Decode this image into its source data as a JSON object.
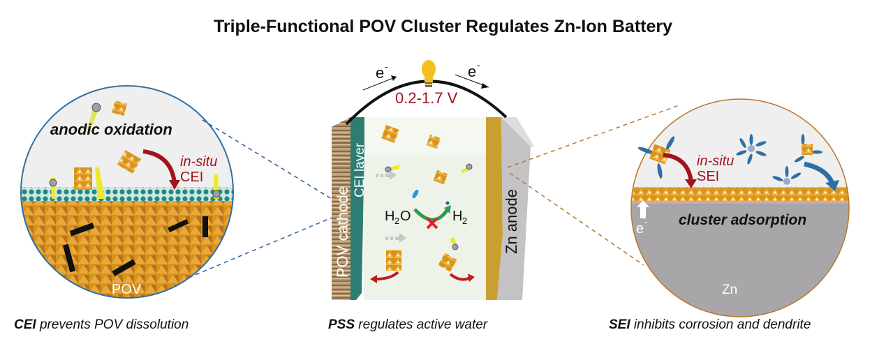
{
  "title": "Triple-Functional POV Cluster Regulates Zn-Ion Battery",
  "left_panel": {
    "label_anodic": "anodic oxidation",
    "label_insitu": "in-situ",
    "label_cei": "CEI",
    "label_pov": "POV",
    "caption_bold": "CEI",
    "caption_rest": " prevents POV dissolution"
  },
  "center_panel": {
    "electron_left": "e",
    "electron_right": "e",
    "electron_sup": "-",
    "voltage": "0.2-1.7 V",
    "cathode_label": "POV cathode",
    "cei_layer_label": "CEI layer",
    "anode_label": "Zn anode",
    "h2o": "H",
    "h2o_sub": "2",
    "h2o_o": "O",
    "h2": "H",
    "h2_sub": "2",
    "caption_bold": "PSS",
    "caption_rest": " regulates active water"
  },
  "right_panel": {
    "label_insitu": "in-situ",
    "label_sei": "SEI",
    "label_adsorption": "cluster adsorption",
    "label_e": "e",
    "label_e_sup": "-",
    "label_zn": "Zn",
    "caption_bold": "SEI",
    "caption_rest": " inhibits corrosion and dendrite"
  },
  "colors": {
    "red_accent": "#a0141e",
    "cluster": "#d9901a",
    "cei_teal": "#2e7d73",
    "anode_gold": "#c9a030",
    "zn_gray": "#a8a6a8",
    "blue_line": "#2f5f9a",
    "orange_line": "#b8762a"
  }
}
